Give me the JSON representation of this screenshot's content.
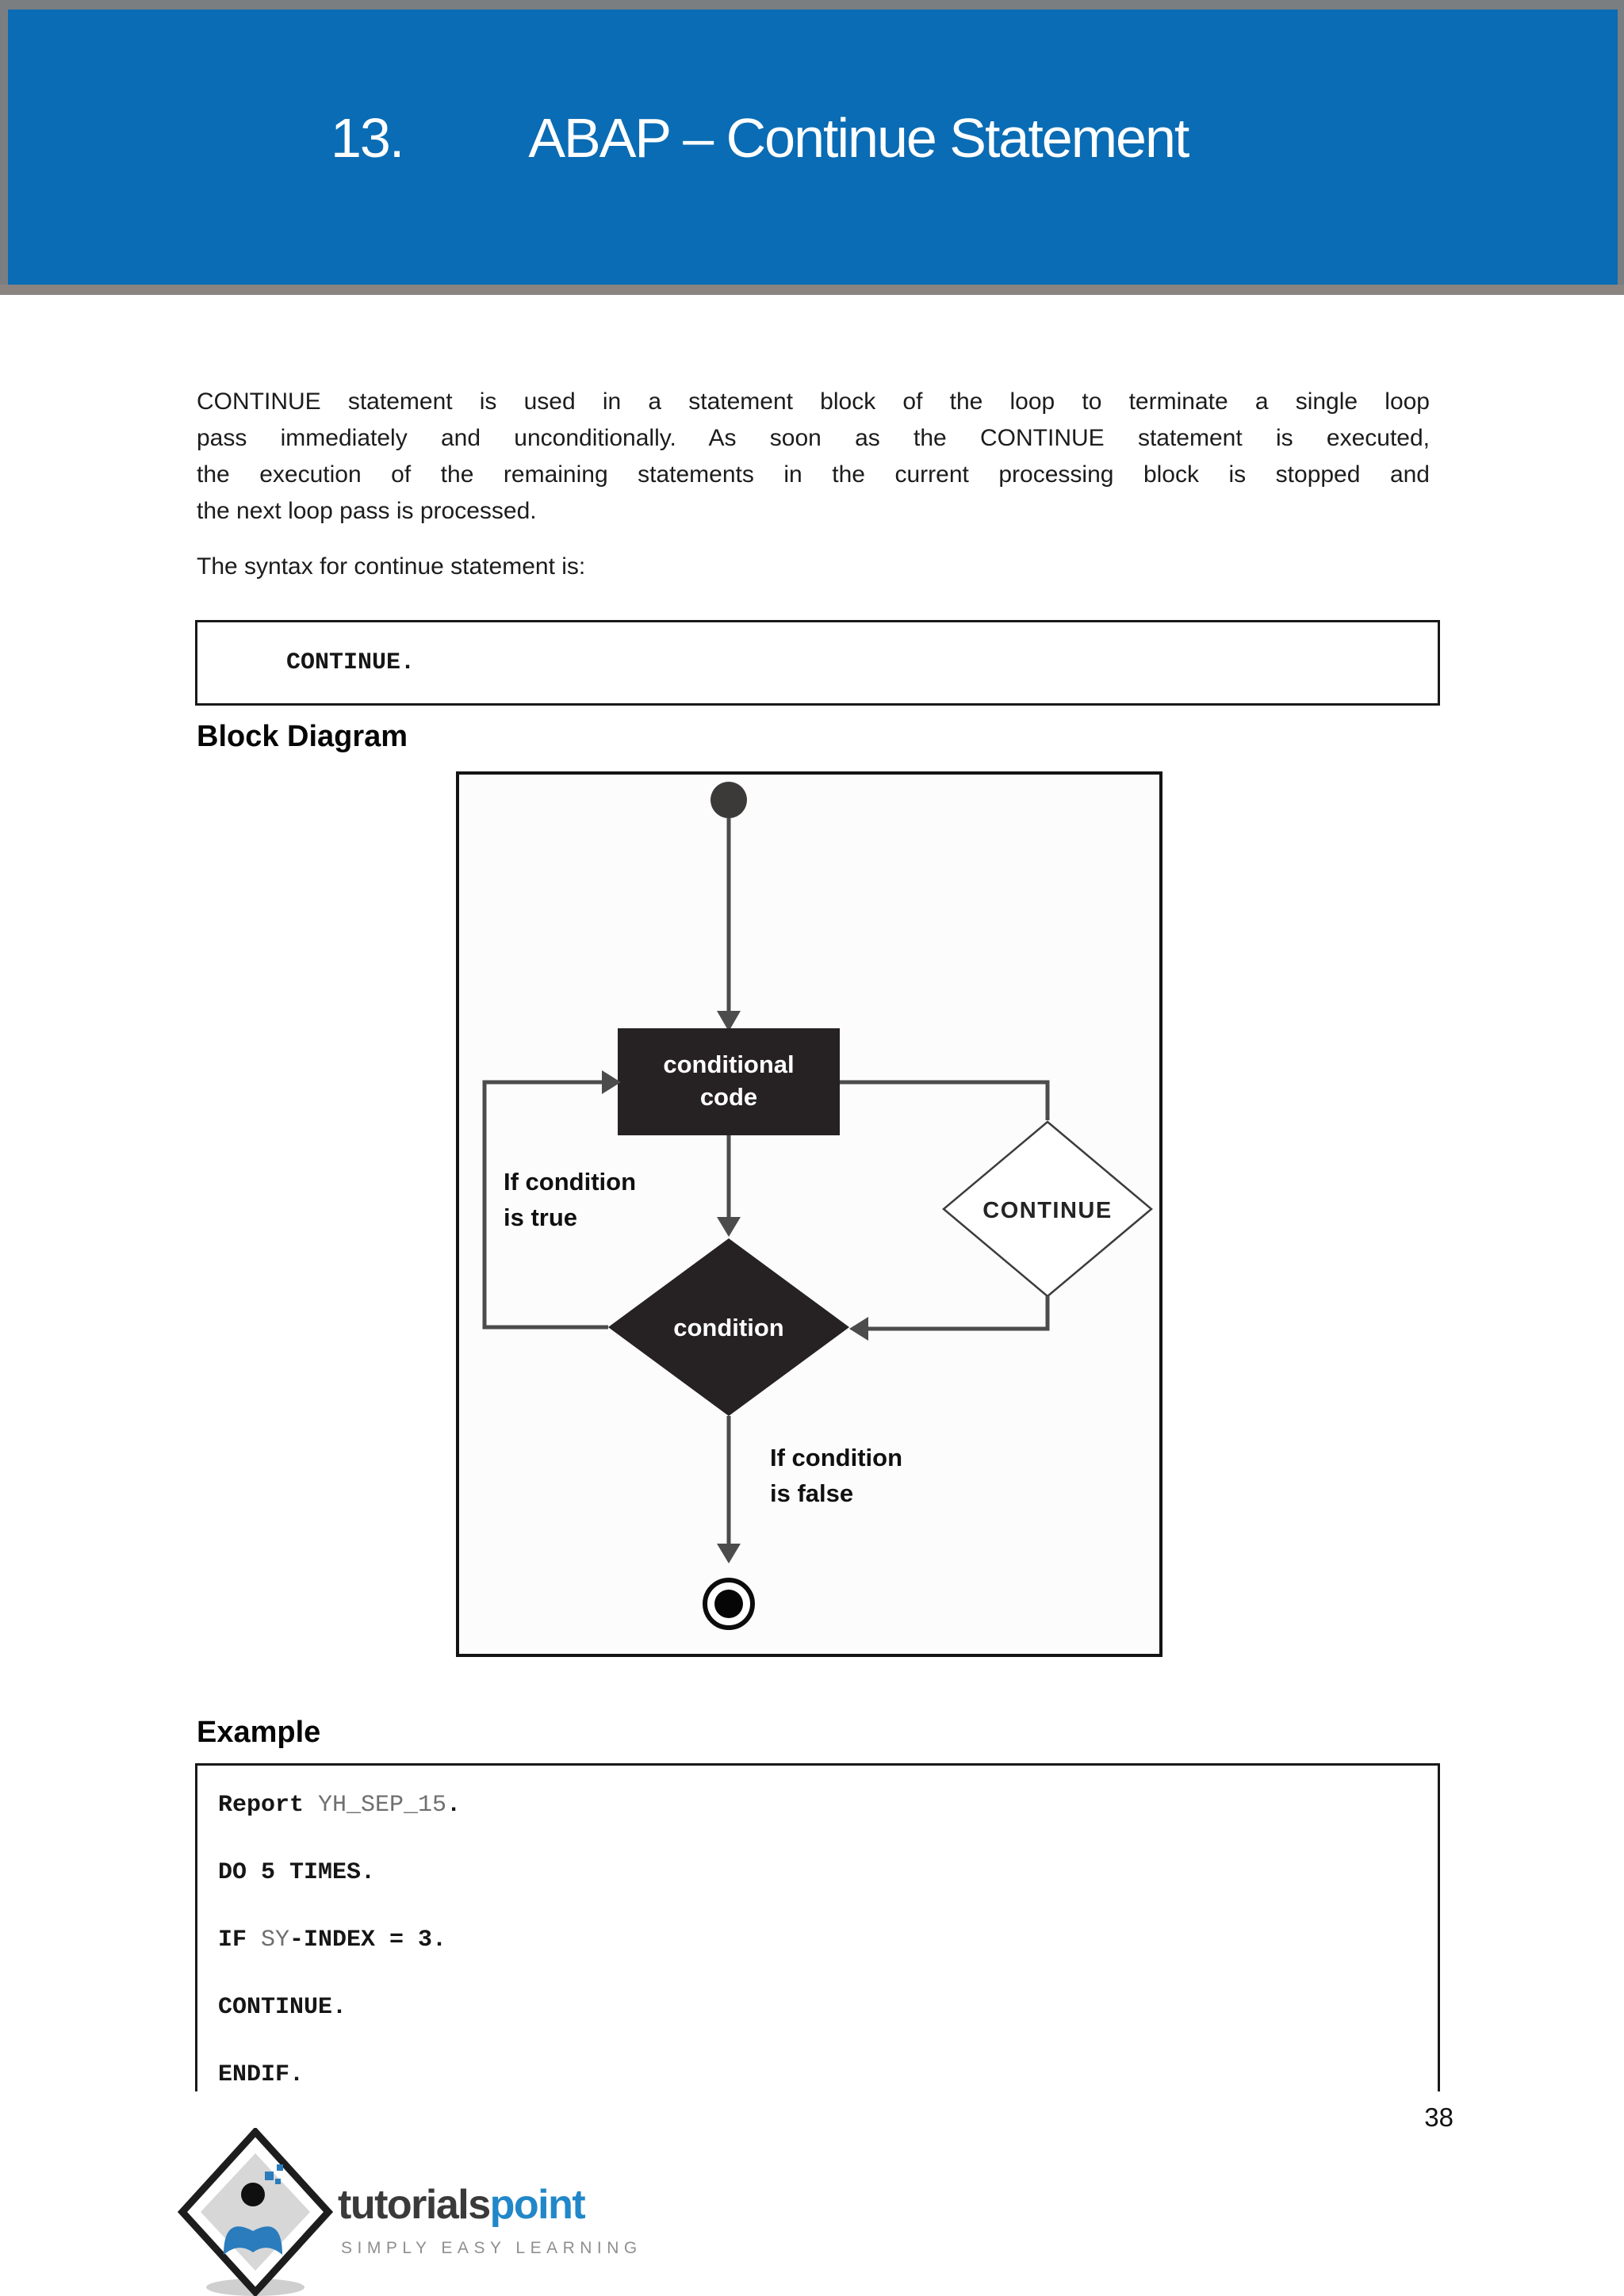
{
  "header": {
    "chapter_number": "13.",
    "title": "ABAP – Continue Statement"
  },
  "intro": {
    "lines": [
      "CONTINUE statement is used in a statement block of the loop to terminate a single loop",
      "pass immediately and unconditionally. As soon as the CONTINUE statement is executed,",
      "the execution of the remaining statements in the current processing block is stopped and",
      "the next loop pass is processed."
    ]
  },
  "syntax": {
    "intro": "The syntax for continue statement is:",
    "code": "CONTINUE."
  },
  "sections": {
    "block_diagram_title": "Block Diagram",
    "example_title": "Example"
  },
  "diagram": {
    "conditional_code_line1": "conditional",
    "conditional_code_line2": "code",
    "continue_label": "CONTINUE",
    "condition_label": "condition",
    "if_true_line1": "If condition",
    "if_true_line2": "is true",
    "if_false_line1": "If condition",
    "if_false_line2": "is false"
  },
  "example": {
    "code_lines": [
      {
        "parts": [
          {
            "text": "Report ",
            "style": "kw"
          },
          {
            "text": "YH_SEP_15",
            "style": "id"
          },
          {
            "text": ".",
            "style": "kw"
          }
        ]
      },
      {
        "parts": [
          {
            "text": "DO 5 TIMES.",
            "style": "kw"
          }
        ]
      },
      {
        "parts": [
          {
            "text": "IF ",
            "style": "kw"
          },
          {
            "text": "SY",
            "style": "id"
          },
          {
            "text": "-INDEX = 3.",
            "style": "kw"
          }
        ]
      },
      {
        "parts": [
          {
            "text": "CONTINUE.",
            "style": "kw"
          }
        ]
      },
      {
        "parts": [
          {
            "text": "ENDIF.",
            "style": "kw"
          }
        ]
      }
    ]
  },
  "footer": {
    "page_number": "38",
    "logo": {
      "word_primary": "tutorials",
      "word_accent": "point",
      "tagline": "SIMPLY EASY LEARNING"
    }
  },
  "colors": {
    "banner_blue": "#0a6cb4",
    "banner_frame_gray": "#7b7e81",
    "accent_blue": "#2187c8",
    "shape_dark": "#262122",
    "connector_gray": "#4c4c4c",
    "identifier_gray": "#6f6f6f"
  }
}
